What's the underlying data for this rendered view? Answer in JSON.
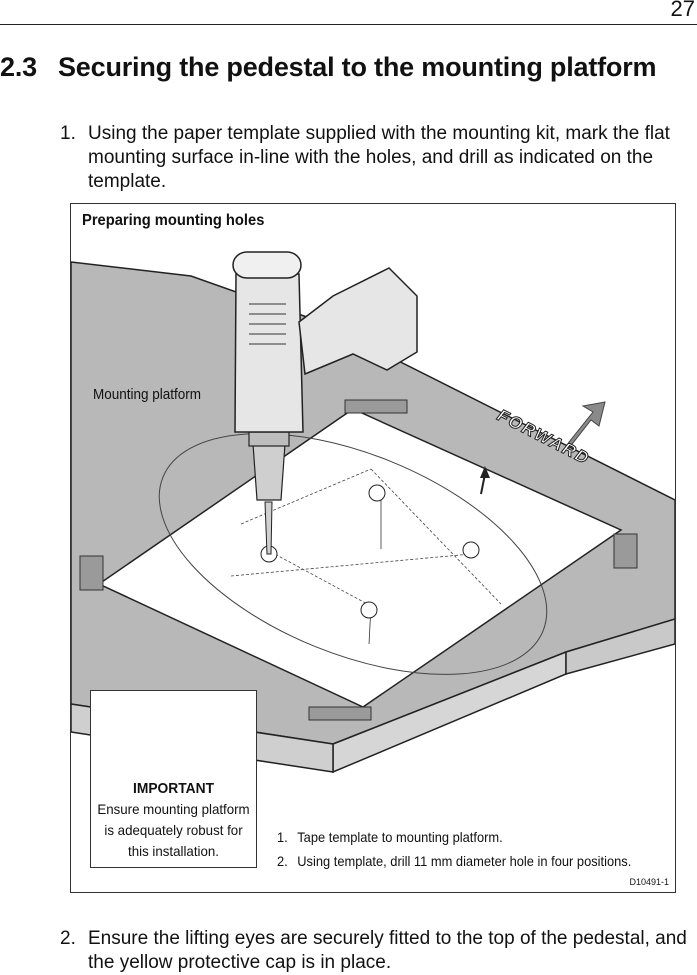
{
  "page_number": "27",
  "section": {
    "number": "2.3",
    "title": "Securing the pedestal to the mounting platform"
  },
  "steps": [
    {
      "num": "1.",
      "text": "Using the paper template supplied with the mounting kit, mark the flat mounting surface in-line with the holes, and drill as indicated on the template."
    },
    {
      "num": "2.",
      "text": "Ensure the lifting eyes are securely fitted to the top of the pedestal, and the yellow protective cap is in place."
    }
  ],
  "figure": {
    "title": "Preparing mounting holes",
    "platform_label": "Mounting platform",
    "forward_label": "FORWARD",
    "important_heading": "IMPORTANT",
    "important_text": "Ensure mounting platform is adequately robust for this installation.",
    "instructions": [
      {
        "num": "1.",
        "text": "Tape template to mounting platform."
      },
      {
        "num": "2.",
        "text": "Using template, drill 11 mm diameter hole in four positions."
      }
    ],
    "code": "D10491-1"
  }
}
